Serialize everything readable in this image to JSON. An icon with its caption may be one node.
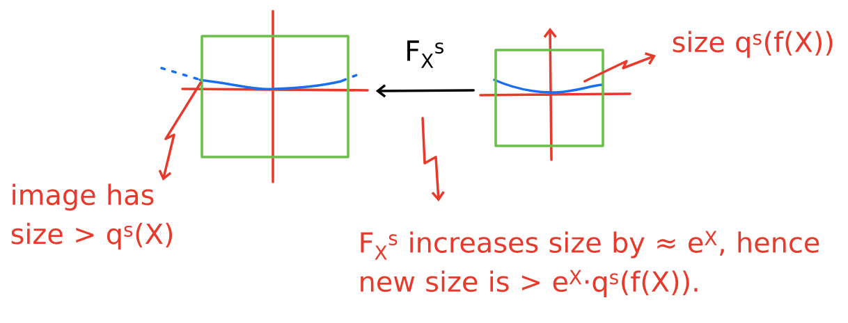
{
  "diagram": {
    "nodes": [
      {
        "text": [],
        "shape": "box"
      },
      {
        "text": [],
        "shape": "box"
      },
      {
        "text": [
          "image has size > q$^{s}$(X)"
        ]
      },
      {
        "text": [
          "size q$^{s}$(f(X))"
        ]
      },
      {
        "text": [
          "F$_{X}$$^{s}$ increases size by ≈ e$^{X}$, hence new size is > e$^{X}$·q$^{s}$(f(X))."
        ]
      }
    ],
    "edges": [
      {
        "from": 1,
        "to": 0,
        "arrow": "to",
        "label": "F$_{X}$$^{s}$",
        "color": "#000000"
      },
      {
        "from": 0,
        "to": 2,
        "arrow": "to",
        "color": "#e8392a"
      },
      {
        "from": 1,
        "to": 3,
        "arrow": "to",
        "color": "#e8392a"
      },
      {
        "from": null,
        "to": 4,
        "arrow": "to",
        "color": "#e8392a"
      }
    ]
  }
}
